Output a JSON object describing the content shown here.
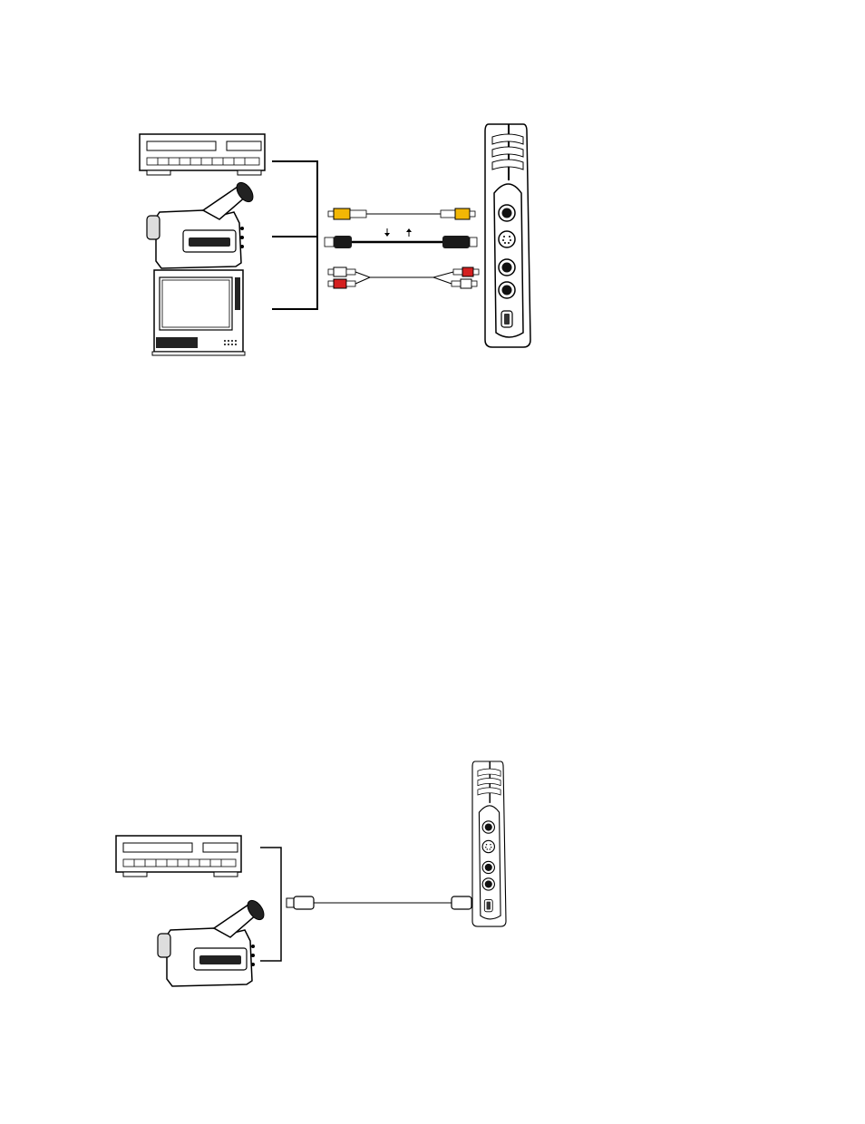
{
  "colors": {
    "line": "#000000",
    "video_yellow": "#f2b705",
    "audio_red": "#d42020",
    "audio_white": "#ffffff",
    "svideo_black": "#1a1a1a",
    "device_fill": "#ffffff",
    "shade": "#d9d9d9"
  },
  "diagrams": [
    {
      "id": "analog-connection",
      "sources": [
        "vcr-icon",
        "camcorder-icon",
        "tv-icon"
      ],
      "cables": [
        "composite-video-cable",
        "s-video-cable",
        "stereo-audio-cable"
      ],
      "target": "capture-device-icon"
    },
    {
      "id": "digital-connection",
      "sources": [
        "vcr-icon",
        "camcorder-icon"
      ],
      "cables": [
        "firewire-cable"
      ],
      "target": "capture-device-icon"
    }
  ]
}
